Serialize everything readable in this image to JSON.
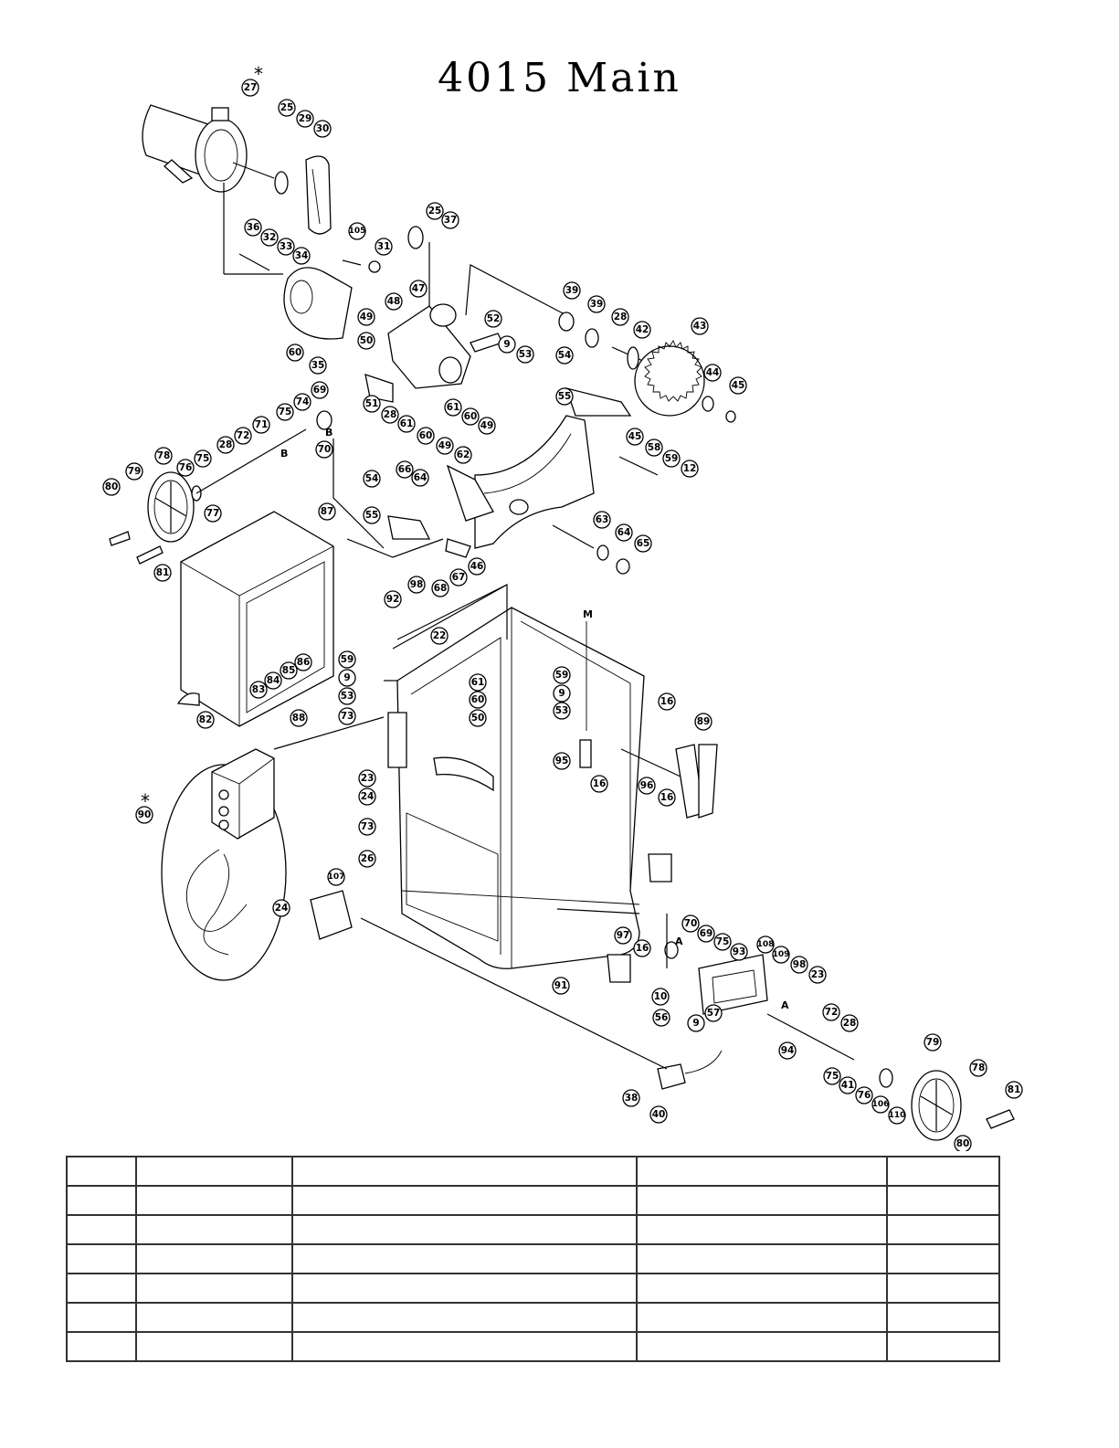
{
  "title": "4015  Main",
  "callouts": [
    {
      "label": "27"
    },
    {
      "label": "25"
    },
    {
      "label": "29"
    },
    {
      "label": "30"
    },
    {
      "label": "105"
    },
    {
      "label": "31"
    },
    {
      "label": "36"
    },
    {
      "label": "32"
    },
    {
      "label": "33"
    },
    {
      "label": "34"
    },
    {
      "label": "25"
    },
    {
      "label": "37"
    },
    {
      "label": "47"
    },
    {
      "label": "48"
    },
    {
      "label": "49"
    },
    {
      "label": "50"
    },
    {
      "label": "60"
    },
    {
      "label": "35"
    },
    {
      "label": "52"
    },
    {
      "label": "9"
    },
    {
      "label": "53"
    },
    {
      "label": "39"
    },
    {
      "label": "39"
    },
    {
      "label": "28"
    },
    {
      "label": "42"
    },
    {
      "label": "43"
    },
    {
      "label": "44"
    },
    {
      "label": "45"
    },
    {
      "label": "54"
    },
    {
      "label": "55"
    },
    {
      "label": "51"
    },
    {
      "label": "28"
    },
    {
      "label": "61"
    },
    {
      "label": "61"
    },
    {
      "label": "60"
    },
    {
      "label": "49"
    },
    {
      "label": "60"
    },
    {
      "label": "49"
    },
    {
      "label": "45"
    },
    {
      "label": "58"
    },
    {
      "label": "59"
    },
    {
      "label": "12"
    },
    {
      "label": "69"
    },
    {
      "label": "74"
    },
    {
      "label": "75"
    },
    {
      "label": "71"
    },
    {
      "label": "72"
    },
    {
      "label": "28"
    },
    {
      "label": "70"
    },
    {
      "label": "78"
    },
    {
      "label": "79"
    },
    {
      "label": "76"
    },
    {
      "label": "75"
    },
    {
      "label": "77"
    },
    {
      "label": "80"
    },
    {
      "label": "81"
    },
    {
      "label": "66"
    },
    {
      "label": "64"
    },
    {
      "label": "62"
    },
    {
      "label": "54"
    },
    {
      "label": "55"
    },
    {
      "label": "63"
    },
    {
      "label": "64"
    },
    {
      "label": "65"
    },
    {
      "label": "46"
    },
    {
      "label": "67"
    },
    {
      "label": "68"
    },
    {
      "label": "87"
    },
    {
      "label": "98"
    },
    {
      "label": "92"
    },
    {
      "label": "22"
    },
    {
      "label": "59"
    },
    {
      "label": "9"
    },
    {
      "label": "53"
    },
    {
      "label": "73"
    },
    {
      "label": "61"
    },
    {
      "label": "60"
    },
    {
      "label": "50"
    },
    {
      "label": "59"
    },
    {
      "label": "9"
    },
    {
      "label": "53"
    },
    {
      "label": "16"
    },
    {
      "label": "89"
    },
    {
      "label": "95"
    },
    {
      "label": "86"
    },
    {
      "label": "85"
    },
    {
      "label": "84"
    },
    {
      "label": "83"
    },
    {
      "label": "82"
    },
    {
      "label": "88"
    },
    {
      "label": "23"
    },
    {
      "label": "24"
    },
    {
      "label": "16"
    },
    {
      "label": "96"
    },
    {
      "label": "16"
    },
    {
      "label": "90"
    },
    {
      "label": "73"
    },
    {
      "label": "26"
    },
    {
      "label": "107"
    },
    {
      "label": "24"
    },
    {
      "label": "70"
    },
    {
      "label": "69"
    },
    {
      "label": "75"
    },
    {
      "label": "93"
    },
    {
      "label": "108"
    },
    {
      "label": "109"
    },
    {
      "label": "98"
    },
    {
      "label": "23"
    },
    {
      "label": "97"
    },
    {
      "label": "16"
    },
    {
      "label": "91"
    },
    {
      "label": "10"
    },
    {
      "label": "56"
    },
    {
      "label": "9"
    },
    {
      "label": "57"
    },
    {
      "label": "72"
    },
    {
      "label": "28"
    },
    {
      "label": "94"
    },
    {
      "label": "79"
    },
    {
      "label": "78"
    },
    {
      "label": "81"
    },
    {
      "label": "75"
    },
    {
      "label": "41"
    },
    {
      "label": "76"
    },
    {
      "label": "106"
    },
    {
      "label": "110"
    },
    {
      "label": "80"
    },
    {
      "label": "38"
    },
    {
      "label": "40"
    }
  ],
  "letters": {
    "b1": "B",
    "b2": "B",
    "a1": "A",
    "a2": "A",
    "m": "M",
    "star1": "*",
    "star2": "*"
  },
  "table": {
    "rows": [
      [
        "",
        "",
        "",
        "",
        ""
      ],
      [
        "",
        "",
        "",
        "",
        ""
      ],
      [
        "",
        "",
        "",
        "",
        ""
      ],
      [
        "",
        "",
        "",
        "",
        ""
      ],
      [
        "",
        "",
        "",
        "",
        ""
      ],
      [
        "",
        "",
        "",
        "",
        ""
      ],
      [
        "",
        "",
        "",
        "",
        ""
      ]
    ]
  }
}
